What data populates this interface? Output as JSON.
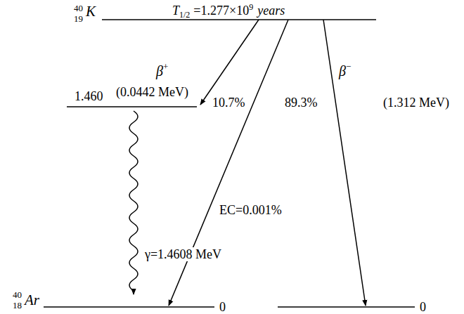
{
  "diagram": {
    "labels": [
      "40",
      "19",
      "K",
      "T",
      "1/2",
      "=1.277×10",
      "9",
      "years",
      "β",
      "+",
      "(0.0442 MeV)",
      "10.7%",
      "89.3%",
      "β",
      "−",
      "(1.312 MeV)",
      "1.460",
      "EC=0.001%",
      "γ=1.4608 MeV",
      "40",
      "18",
      "Ar",
      "0",
      "0"
    ]
  }
}
